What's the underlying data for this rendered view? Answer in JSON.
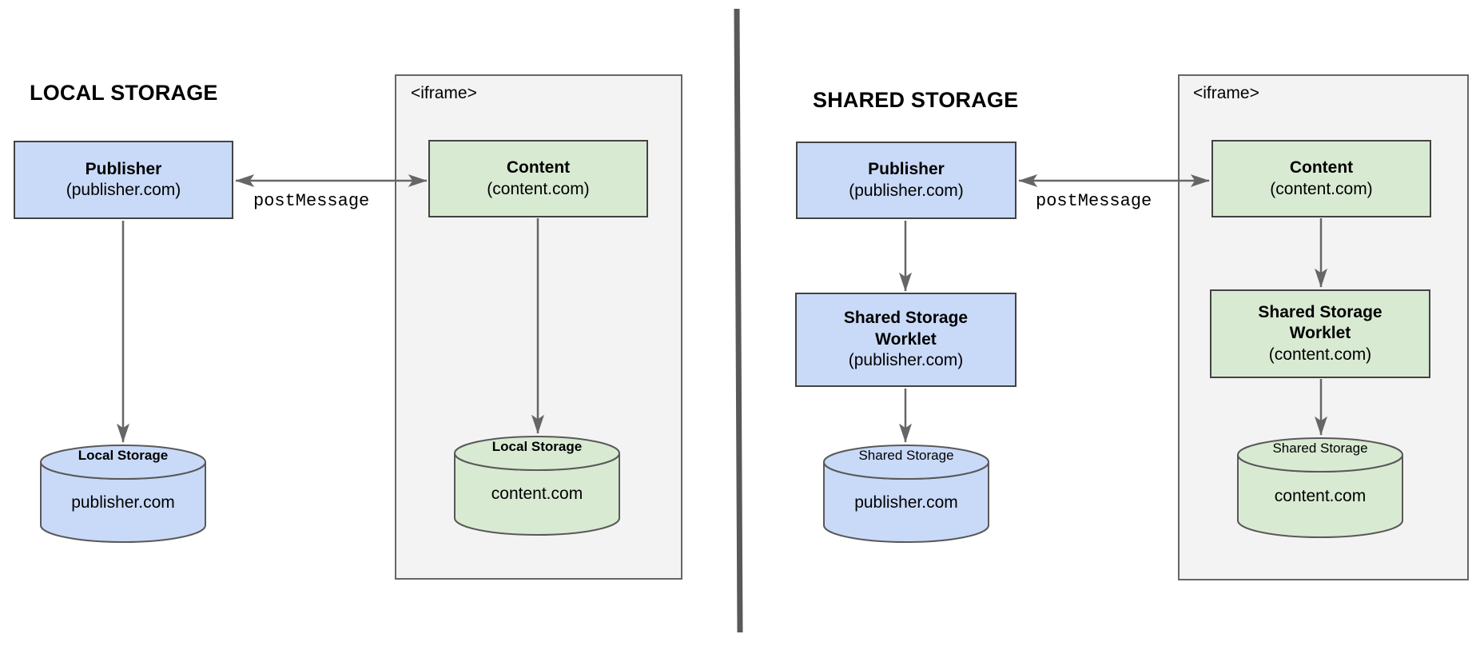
{
  "colors": {
    "publisher_fill": "#c9daf8",
    "content_fill": "#d9ead3",
    "iframe_fill": "#f3f3f3",
    "iframe_border": "#666666",
    "box_border": "#434343",
    "cyl_border": "#595959",
    "arrow": "#666666",
    "divider": "#595959",
    "text": "#000000"
  },
  "left_diagram": {
    "title": "LOCAL STORAGE",
    "publisher_box": {
      "name": "Publisher",
      "origin": "(publisher.com)"
    },
    "iframe_label": "<iframe>",
    "content_box": {
      "name": "Content",
      "origin": "(content.com)"
    },
    "arrow_label": "postMessage",
    "publisher_storage_cylinder": {
      "label": "Local Storage",
      "origin": "publisher.com"
    },
    "content_storage_cylinder": {
      "label": "Local Storage",
      "origin": "content.com"
    }
  },
  "right_diagram": {
    "title": "SHARED STORAGE",
    "publisher_box": {
      "name": "Publisher",
      "origin": "(publisher.com)"
    },
    "iframe_label": "<iframe>",
    "content_box": {
      "name": "Content",
      "origin": "(content.com)"
    },
    "arrow_label": "postMessage",
    "publisher_worklet_box": {
      "name": "Shared Storage Worklet",
      "origin": "(publisher.com)"
    },
    "content_worklet_box": {
      "name": "Shared Storage Worklet",
      "origin": "(content.com)"
    },
    "publisher_storage_cylinder": {
      "label": "Shared Storage",
      "origin": "publisher.com"
    },
    "content_storage_cylinder": {
      "label": "Shared Storage",
      "origin": "content.com"
    }
  }
}
